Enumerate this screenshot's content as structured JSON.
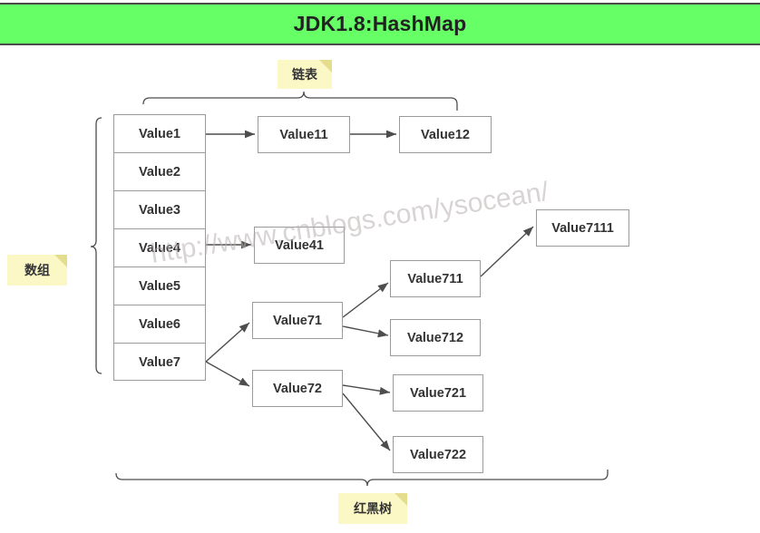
{
  "header": {
    "title": "JDK1.8:HashMap",
    "background": "#66ff66"
  },
  "notes": {
    "array": {
      "label": "数组"
    },
    "list": {
      "label": "链表"
    },
    "tree": {
      "label": "红黑树"
    }
  },
  "array": {
    "cells": [
      {
        "label": "Value1"
      },
      {
        "label": "Value2"
      },
      {
        "label": "Value3"
      },
      {
        "label": "Value4"
      },
      {
        "label": "Value5"
      },
      {
        "label": "Value6"
      },
      {
        "label": "Value7"
      }
    ]
  },
  "nodes": {
    "value11": {
      "label": "Value11"
    },
    "value12": {
      "label": "Value12"
    },
    "value41": {
      "label": "Value41"
    },
    "value71": {
      "label": "Value71"
    },
    "value72": {
      "label": "Value72"
    },
    "value711": {
      "label": "Value711"
    },
    "value712": {
      "label": "Value712"
    },
    "value721": {
      "label": "Value721"
    },
    "value722": {
      "label": "Value722"
    },
    "value7111": {
      "label": "Value7111"
    }
  },
  "watermark": {
    "text": "http://www.cnblogs.com/ysocean/"
  },
  "colors": {
    "header_green": "#66ff66",
    "note_yellow": "#fbf8c6",
    "box_border": "#9a9a9a",
    "line": "#4d4d4d"
  },
  "edges": [
    {
      "from": "Value1",
      "to": "Value11"
    },
    {
      "from": "Value11",
      "to": "Value12"
    },
    {
      "from": "Value4",
      "to": "Value41"
    },
    {
      "from": "Value7",
      "to": "Value71"
    },
    {
      "from": "Value7",
      "to": "Value72"
    },
    {
      "from": "Value71",
      "to": "Value711"
    },
    {
      "from": "Value71",
      "to": "Value712"
    },
    {
      "from": "Value711",
      "to": "Value7111"
    },
    {
      "from": "Value72",
      "to": "Value721"
    },
    {
      "from": "Value72",
      "to": "Value722"
    }
  ]
}
